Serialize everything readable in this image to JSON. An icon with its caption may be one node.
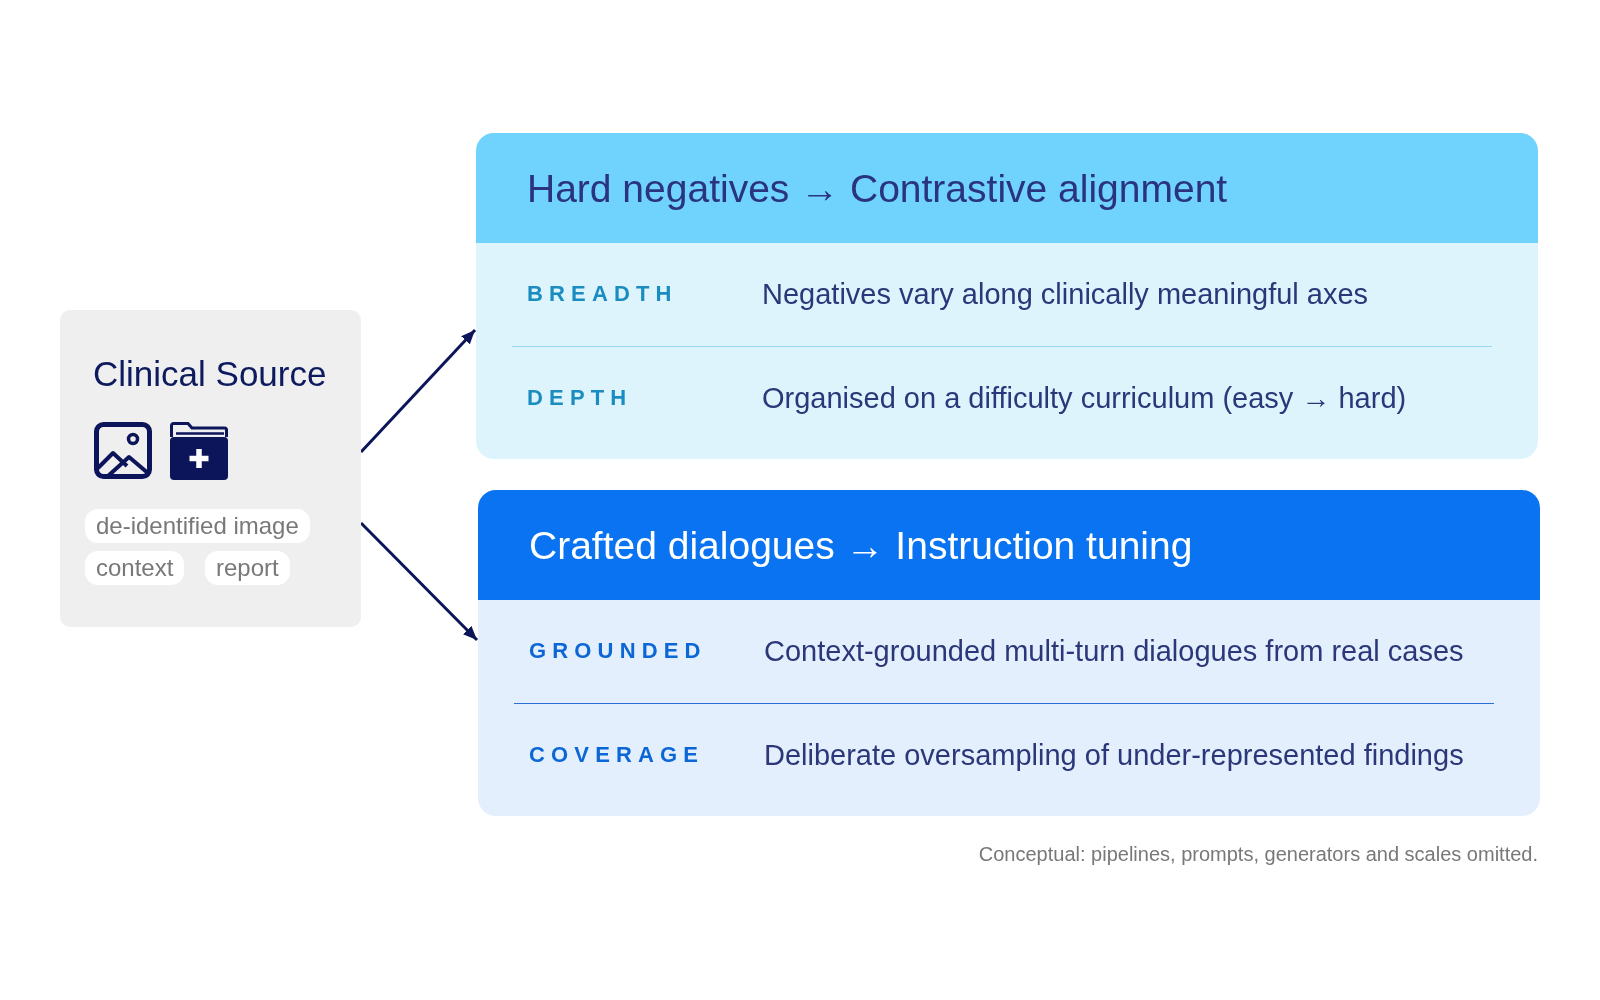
{
  "diagram": {
    "caption": "Conceptual: pipelines, prompts, generators and scales omitted.",
    "nodes": [
      {
        "text": [
          "Clinical Source"
        ]
      },
      {
        "text": [
          "de-identified image"
        ],
        "in": 0
      },
      {
        "text": [
          "context"
        ],
        "in": 0
      },
      {
        "text": [
          "report"
        ],
        "in": 0
      },
      {
        "text": [
          "Hard negatives → Contrastive alignment",
          "BREADTH",
          "Negatives vary along clinically meaningful axes",
          "DEPTH",
          "Organised on a difficulty curriculum (easy → hard)"
        ]
      },
      {
        "text": [
          "Crafted dialogues → Instruction tuning",
          "GROUNDED",
          "Context-grounded multi-turn dialogues from real cases",
          "COVERAGE",
          "Deliberate oversampling of under-represented findings"
        ]
      }
    ],
    "edges": [
      {
        "from": 0,
        "to": 4,
        "arrow": "to"
      },
      {
        "from": 0,
        "to": 5,
        "arrow": "to"
      }
    ]
  }
}
